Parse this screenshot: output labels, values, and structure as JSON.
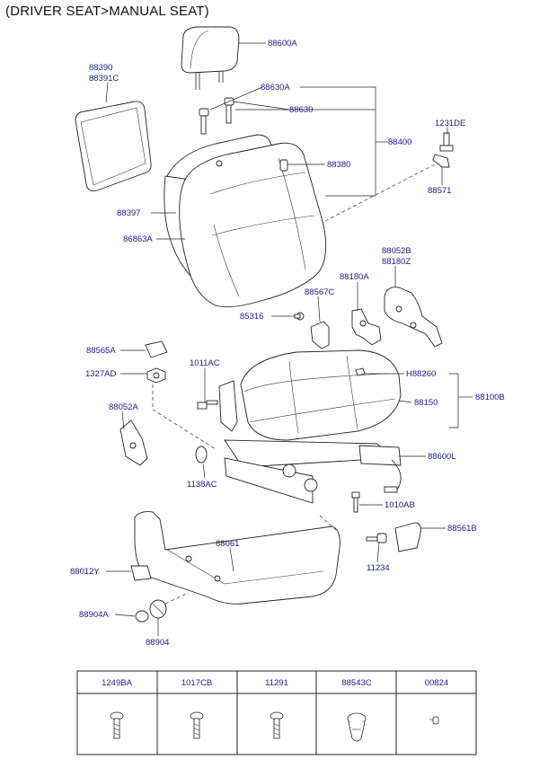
{
  "title": "(DRIVER SEAT>MANUAL SEAT)",
  "callouts": {
    "headrest": "88600A",
    "headrest_guide_a": "88630A",
    "headrest_guide": "88630",
    "back_cover_1": "88390",
    "back_cover_2": "88391C",
    "back_assy": "88400",
    "bolt_1231de": "1231DE",
    "back_pad": "88397",
    "back_frame_cover": "86863A",
    "lever": "88380",
    "bracket_88571": "88571",
    "hinge_cover_1": "88052B",
    "hinge_cover_2": "88180Z",
    "recliner": "88180A",
    "knob_88567c": "88567C",
    "clip_85316": "85316",
    "cap_88565a": "88565A",
    "nut_1327ad": "1327AD",
    "bolt_1011ac": "1011AC",
    "cushion_label": "H88260",
    "cushion_assy": "88100B",
    "cushion_pad": "88150",
    "hinge_cover_88052a": "88052A",
    "track_assy": "88600L",
    "nut_1138ac": "1138AC",
    "bolt_1010ab": "1010AB",
    "cover_88561b": "88561B",
    "side_shield": "88061",
    "bolt_11234": "11234",
    "cap_88012y": "88012Y",
    "cap_88904a": "88904A",
    "knob_88904": "88904"
  },
  "hardware_table": [
    {
      "code": "1249BA",
      "icon": "screw-icon"
    },
    {
      "code": "1017CB",
      "icon": "screw-icon"
    },
    {
      "code": "11291",
      "icon": "screw-icon"
    },
    {
      "code": "88543C",
      "icon": "clip-icon"
    },
    {
      "code": "00824",
      "icon": "pin-icon"
    }
  ]
}
